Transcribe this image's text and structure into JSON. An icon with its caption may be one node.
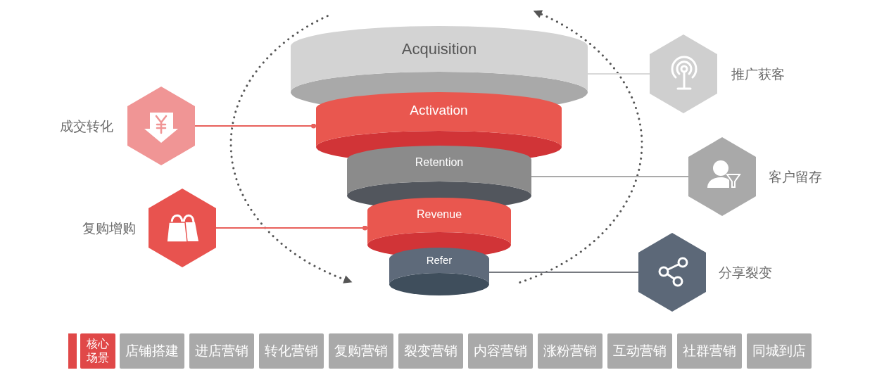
{
  "diagram": {
    "nodes": [
      {
        "text": [
          "Acquisition"
        ]
      },
      {
        "text": [
          "Activation"
        ]
      },
      {
        "text": [
          "Retention"
        ]
      },
      {
        "text": [
          "Revenue"
        ]
      },
      {
        "text": [
          "Refer"
        ]
      },
      {
        "text": [
          "推广获客"
        ]
      },
      {
        "text": [
          "成交转化"
        ]
      },
      {
        "text": [
          "客户留存"
        ]
      },
      {
        "text": [
          "复购增购"
        ]
      },
      {
        "text": [
          "分享裂变"
        ]
      },
      {
        "text": [
          "核心场景"
        ]
      },
      {
        "text": [
          "店铺搭建"
        ]
      },
      {
        "text": [
          "进店营销"
        ]
      },
      {
        "text": [
          "转化营销"
        ]
      },
      {
        "text": [
          "复购营销"
        ]
      },
      {
        "text": [
          "裂变营销"
        ]
      },
      {
        "text": [
          "内容营销"
        ]
      },
      {
        "text": [
          "涨粉营销"
        ]
      },
      {
        "text": [
          "互动营销"
        ]
      },
      {
        "text": [
          "社群营销"
        ]
      },
      {
        "text": [
          "同城到店"
        ]
      }
    ],
    "edges": [
      {
        "from": 5,
        "to": 0,
        "arrow": "none",
        "color": "#d9d9d9"
      },
      {
        "from": 6,
        "to": 1,
        "arrow": "other",
        "color": "#e8605b"
      },
      {
        "from": 7,
        "to": 2,
        "arrow": "none",
        "color": "#aaaaaa"
      },
      {
        "from": 8,
        "to": 3,
        "arrow": "other",
        "color": "#e8605b"
      },
      {
        "from": 9,
        "to": 4,
        "arrow": "none",
        "color": "#777a80"
      }
    ]
  }
}
